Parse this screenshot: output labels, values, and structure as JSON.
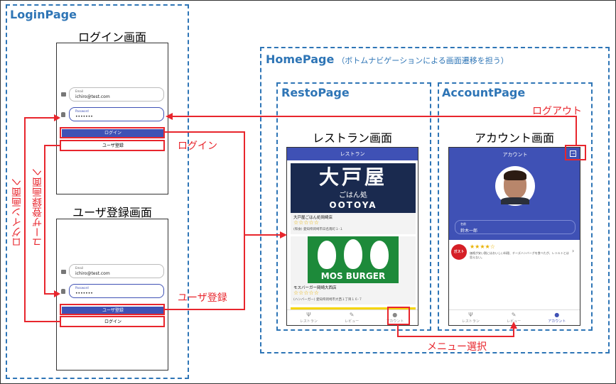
{
  "groups": {
    "login_page": "LoginPage",
    "home_page": "HomePage",
    "home_page_note": "（ボトムナビゲーションによる画面遷移を担う）",
    "resto_page": "RestoPage",
    "account_page": "AccountPage"
  },
  "captions": {
    "login": "ログイン画面",
    "signup": "ユーザ登録画面",
    "resto": "レストラン画面",
    "account": "アカウント画面"
  },
  "login_screen": {
    "email_label": "Email",
    "email_value": "ichiro@test.com",
    "password_label": "Password",
    "password_value": "•••••••",
    "primary_button": "ログイン",
    "secondary_button": "ユーザ登録"
  },
  "signup_screen": {
    "email_label": "Email",
    "email_value": "ichiro@test.com",
    "password_label": "Password",
    "password_value": "•••••••",
    "primary_button": "ユーザ登録",
    "secondary_button": "ログイン"
  },
  "resto_screen": {
    "title": "レストラン",
    "restaurants": [
      {
        "logo_main": "大戸屋",
        "logo_sub": "ごはん処",
        "logo_roman": "OOTOYA",
        "name": "大戸屋ごはん処岡崎店",
        "stars": "☆☆☆☆☆",
        "address": "(和食) 愛知県岡崎市日名南町１-１"
      },
      {
        "logo_main": "MOS BURGER",
        "name": "モスバーガー岡崎大西店",
        "stars": "☆☆☆☆☆",
        "address": "(ハンバーガー) 愛知県岡崎市大西１丁目１６-７"
      }
    ],
    "nav": [
      "レストラン",
      "レビュー",
      "アカウント"
    ]
  },
  "account_screen": {
    "title": "アカウント",
    "name_label": "名前",
    "name_value": "鈴木一郎",
    "review_logo": "ガスト",
    "review_stars": "★★★★☆",
    "review_text": "価格が安い割にはおいしい料理、チーズハンバーグを食べたが、レトルトとは思えない。",
    "nav": [
      "レストラン",
      "レビュー",
      "アカウント"
    ]
  },
  "arrow_labels": {
    "logout": "ログアウト",
    "login": "ログイン",
    "signup": "ユーザ登録",
    "menu_select": "メニュー選択",
    "to_login": "ログイン画面へ",
    "to_signup": "ユーザ登録画面へ"
  },
  "colors": {
    "group_border": "#2e75b6",
    "arrow": "#e8262d",
    "app_primary": "#3f51b5",
    "star": "#e9b200"
  }
}
